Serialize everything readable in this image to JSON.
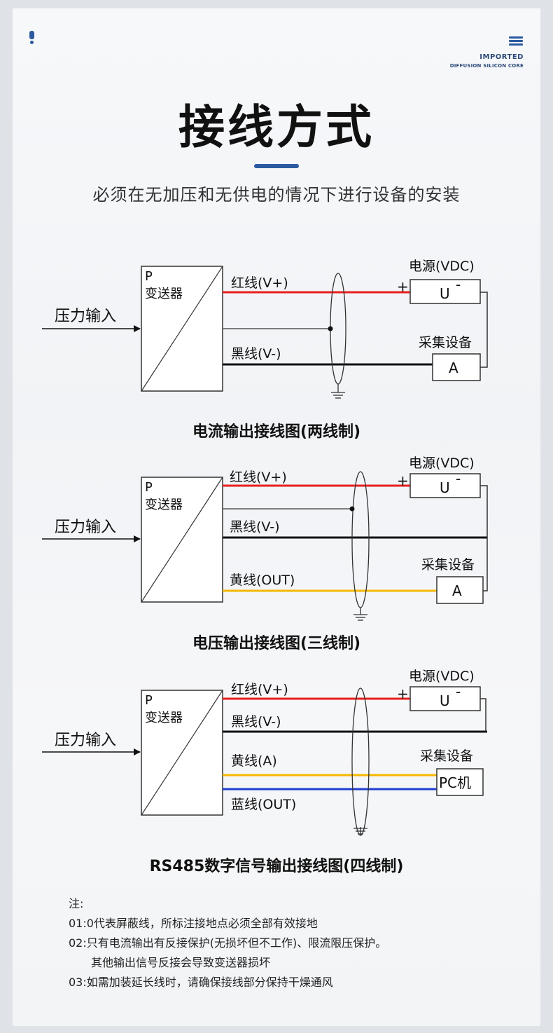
{
  "brand": {
    "line1": "IMPORTED",
    "line2": "DIFFUSION SILICON CORE"
  },
  "title": "接线方式",
  "subtitle": "必须在无加压和无供电的情况下进行设备的安装",
  "labels": {
    "p": "P",
    "transmitter": "变送器",
    "pressure_input": "压力输入",
    "power_supply": "电源(VDC)",
    "acquisition": "采集设备",
    "plus": "+",
    "u": "U",
    "minus": "-",
    "ammeter": "A",
    "pc": "PC机"
  },
  "diagrams": [
    {
      "caption": "电流输出接线图(两线制)",
      "wires": [
        "红线(V+)",
        "黑线(V-)"
      ]
    },
    {
      "caption": "电压输出接线图(三线制)",
      "wires": [
        "红线(V+)",
        "黑线(V-)",
        "黄线(OUT)"
      ]
    },
    {
      "caption": "RS485数字信号输出接线图(四线制)",
      "wires": [
        "红线(V+)",
        "黑线(V-)",
        "黄线(A)",
        "蓝线(OUT)"
      ]
    }
  ],
  "colors": {
    "accent": "#2c5aa0",
    "red": "#e8201e",
    "black": "#111111",
    "yellow": "#f5b800",
    "blue": "#1f3fd1"
  },
  "notes": {
    "heading": "注:",
    "n1": "01:0代表屏蔽线，所标注接地点必须全部有效接地",
    "n2": "02:只有电流输出有反接保护(无损坏但不工作)、限流限压保护。",
    "n2b": "其他输出信号反接会导致变送器损坏",
    "n3": "03:如需加装延长线时，请确保接线部分保持干燥通风"
  }
}
